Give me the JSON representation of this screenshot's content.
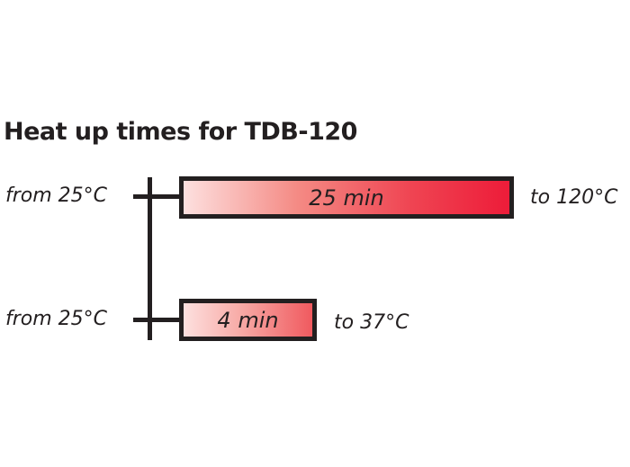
{
  "title": "Heat up times for TDB-120",
  "colors": {
    "gradient_start": "#fde0df",
    "gradient_end_long": "#ed1c39",
    "gradient_end_short": "#f05a5f",
    "outline": "#231f20"
  },
  "rows": [
    {
      "from_label": "from 25°C",
      "bar_label": "25 min",
      "to_label": "to 120°C"
    },
    {
      "from_label": "from 25°C",
      "bar_label": "4 min",
      "to_label": "to 37°C"
    }
  ],
  "chart_data": {
    "type": "bar",
    "orientation": "horizontal",
    "title": "Heat up times for TDB-120",
    "categories": [
      "from 25°C to 120°C",
      "from 25°C to 37°C"
    ],
    "values": [
      25,
      4
    ],
    "value_labels": [
      "25 min",
      "4 min"
    ],
    "units": "min",
    "start_labels": [
      "from 25°C",
      "from 25°C"
    ],
    "end_labels": [
      "to 120°C",
      "to 37°C"
    ],
    "xlabel": "",
    "ylabel": "",
    "grid": false,
    "legend": null
  }
}
